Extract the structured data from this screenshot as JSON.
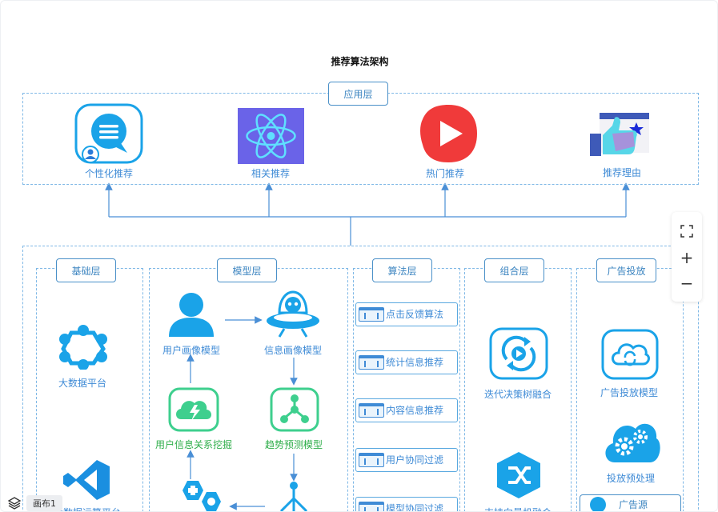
{
  "diagram": {
    "title": "推荐算法架构",
    "application_layer": {
      "tag": "应用层",
      "items": [
        "个性化推荐",
        "相关推荐",
        "热门推荐",
        "推荐理由"
      ]
    },
    "base_layer": {
      "tag": "基础层",
      "items": [
        "大数据平台",
        "大数据运算平台"
      ]
    },
    "model_layer": {
      "tag": "模型层",
      "items": [
        "用户画像模型",
        "信息画像模型",
        "用户信息关系挖掘",
        "趋势预测模型"
      ]
    },
    "algorithm_layer": {
      "tag": "算法层",
      "items": [
        "点击反馈算法",
        "统计信息推荐",
        "内容信息推荐",
        "用户协同过滤",
        "模型协同过滤"
      ]
    },
    "combination_layer": {
      "tag": "组合层",
      "items": [
        "迭代决策树融合",
        "支持向量机融合"
      ]
    },
    "ad_layer": {
      "tag": "广告投放",
      "items": [
        "广告投放模型",
        "投放预处理",
        "广告源"
      ]
    },
    "colors": {
      "line": "#4a8fd6",
      "accent": "#1aa3e8",
      "green": "#2fae4a",
      "dashed": "#7fb8e6"
    }
  },
  "ui": {
    "zoom_controls": {
      "fit_icon": "fullscreen-icon",
      "zoom_in": "+",
      "zoom_out": "−"
    },
    "layer_bar": {
      "icon": "layers-icon",
      "canvas_name": "画布1"
    }
  }
}
